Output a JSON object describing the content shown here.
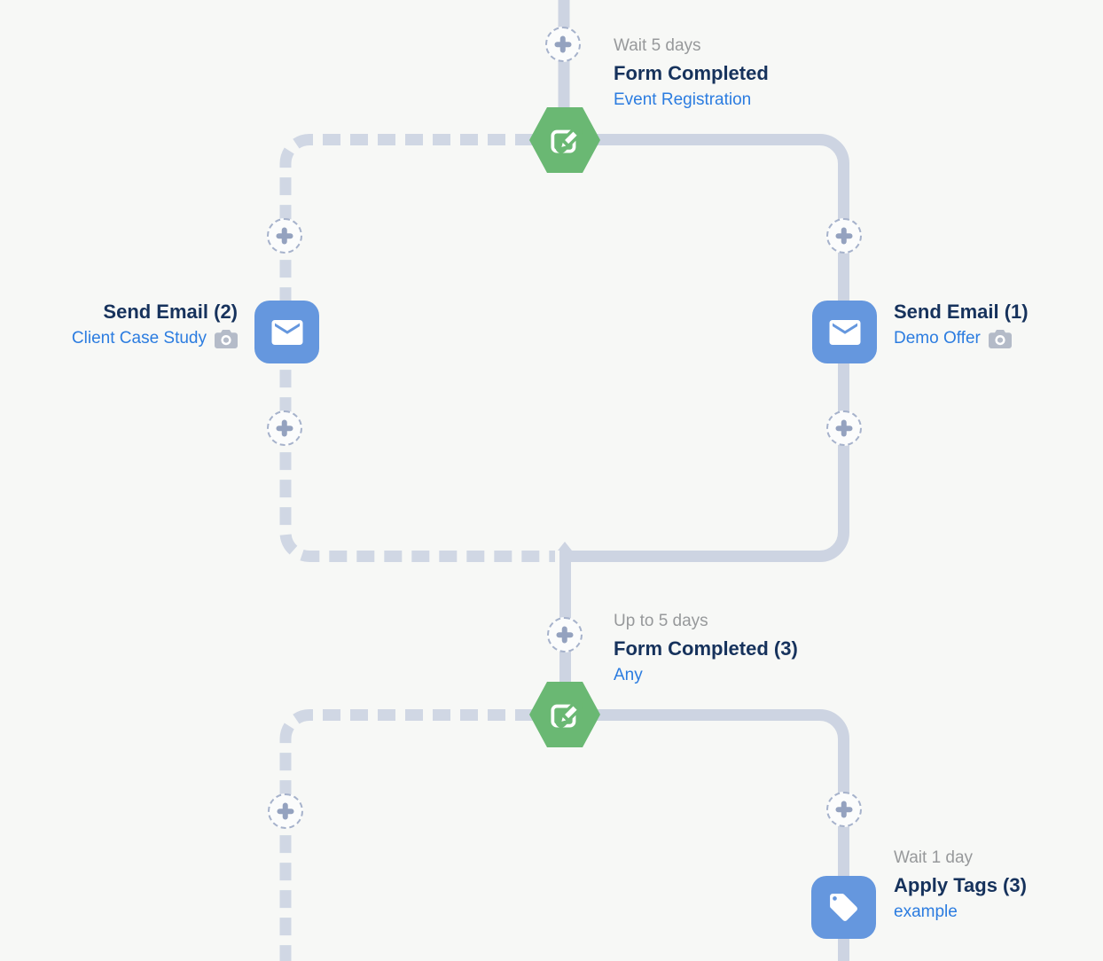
{
  "colors": {
    "background": "#f7f8f6",
    "connector": "#cdd4e2",
    "connector_dashed": "#d0d7e4",
    "hexagon_green": "#6ab873",
    "node_blue": "#6597de",
    "title_navy": "#16325c",
    "link_blue": "#2b7ce0",
    "muted_gray": "#97999b",
    "plus_border": "#a6b2cb",
    "plus_glyph": "#94a2bf",
    "plus_bg": "#fbfcfc",
    "camera_gray": "#b4bbc8"
  },
  "icons": {
    "trigger": "edit-pencil-in-hexagon",
    "email": "envelope",
    "apply_tags": "price-tag",
    "add_step": "plus-in-dashed-circle",
    "preview": "camera"
  },
  "steps": {
    "trigger_top": {
      "wait": "Wait 5 days",
      "title": "Form Completed",
      "subtitle": "Event Registration"
    },
    "email_left": {
      "title": "Send Email (2)",
      "subtitle": "Client Case Study"
    },
    "email_right": {
      "title": "Send Email (1)",
      "subtitle": "Demo Offer"
    },
    "trigger_mid": {
      "wait": "Up to 5 days",
      "title": "Form Completed (3)",
      "subtitle": "Any"
    },
    "apply_tags": {
      "wait": "Wait 1 day",
      "title": "Apply Tags (3)",
      "subtitle": "example"
    }
  }
}
